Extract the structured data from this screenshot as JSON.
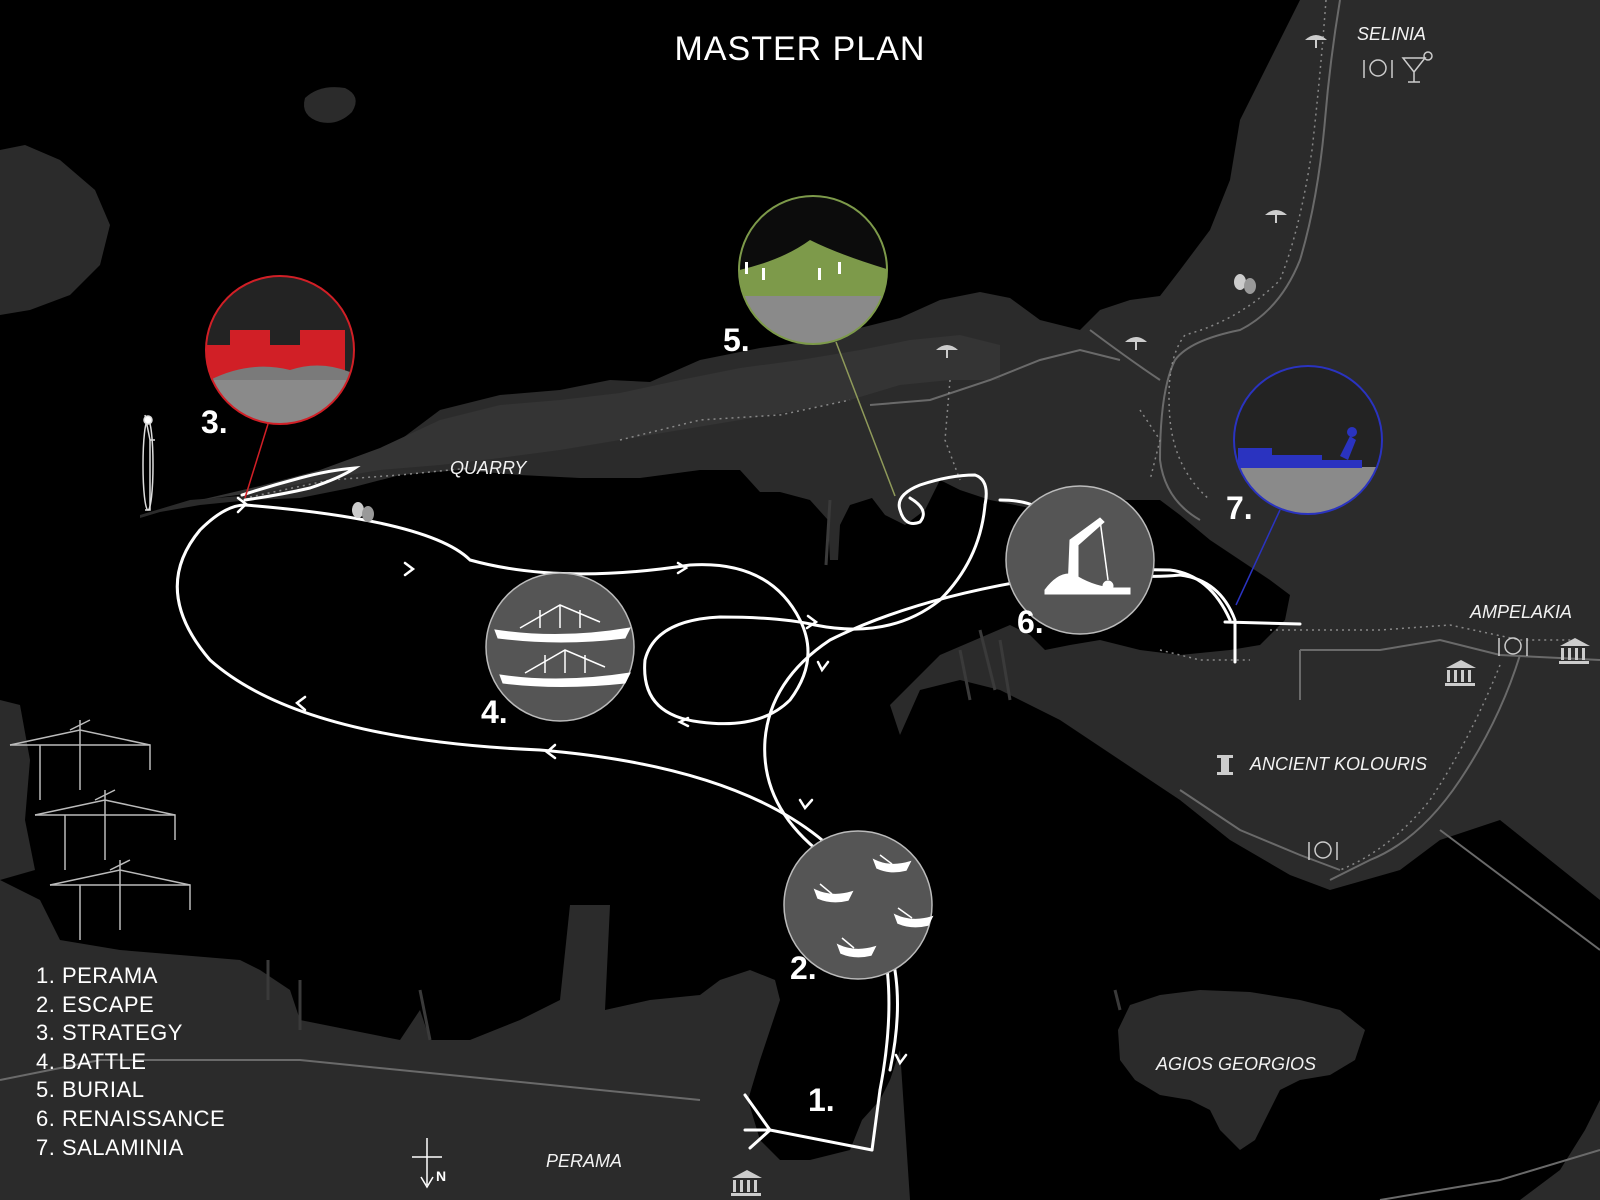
{
  "title": "MASTER PLAN",
  "places": {
    "selinia": "SELINIA",
    "quarry": "QUARRY",
    "ampelakia": "AMPELAKIA",
    "ancient_kolouris": "ANCIENT KOLOURIS",
    "agios_georgios": "AGIOS GEORGIOS",
    "perama": "PERAMA"
  },
  "stops": [
    {
      "number": "1.",
      "name": "PERAMA"
    },
    {
      "number": "2.",
      "name": "ESCAPE",
      "icon": "rowing-boats-icon"
    },
    {
      "number": "3.",
      "name": "STRATEGY",
      "icon": "red-container-terminal-icon"
    },
    {
      "number": "4.",
      "name": "BATTLE",
      "icon": "trireme-ships-icon"
    },
    {
      "number": "5.",
      "name": "BURIAL",
      "icon": "green-burial-mound-icon"
    },
    {
      "number": "6.",
      "name": "RENAISSANCE",
      "icon": "shipyard-crane-icon"
    },
    {
      "number": "7.",
      "name": "SALAMINIA",
      "icon": "blue-harbor-icon"
    }
  ],
  "legend": [
    "1. PERAMA",
    "2. ESCAPE",
    "3. STRATEGY",
    "4. BATTLE",
    "5. BURIAL",
    "6. RENAISSANCE",
    "7. SALAMINIA"
  ],
  "north_arrow": "N",
  "colors": {
    "background": "#000000",
    "land": "#2a2a2a",
    "route": "#ffffff",
    "strategy_accent": "#d11f26",
    "burial_accent": "#7d9a4a",
    "salaminia_accent": "#2a33c0"
  },
  "map_icons": [
    "beach-umbrella-icon",
    "restaurant-icon",
    "cocktail-icon",
    "theater-masks-icon",
    "museum-icon",
    "ionic-column-icon",
    "lighthouse-icon",
    "port-crane-icon"
  ]
}
